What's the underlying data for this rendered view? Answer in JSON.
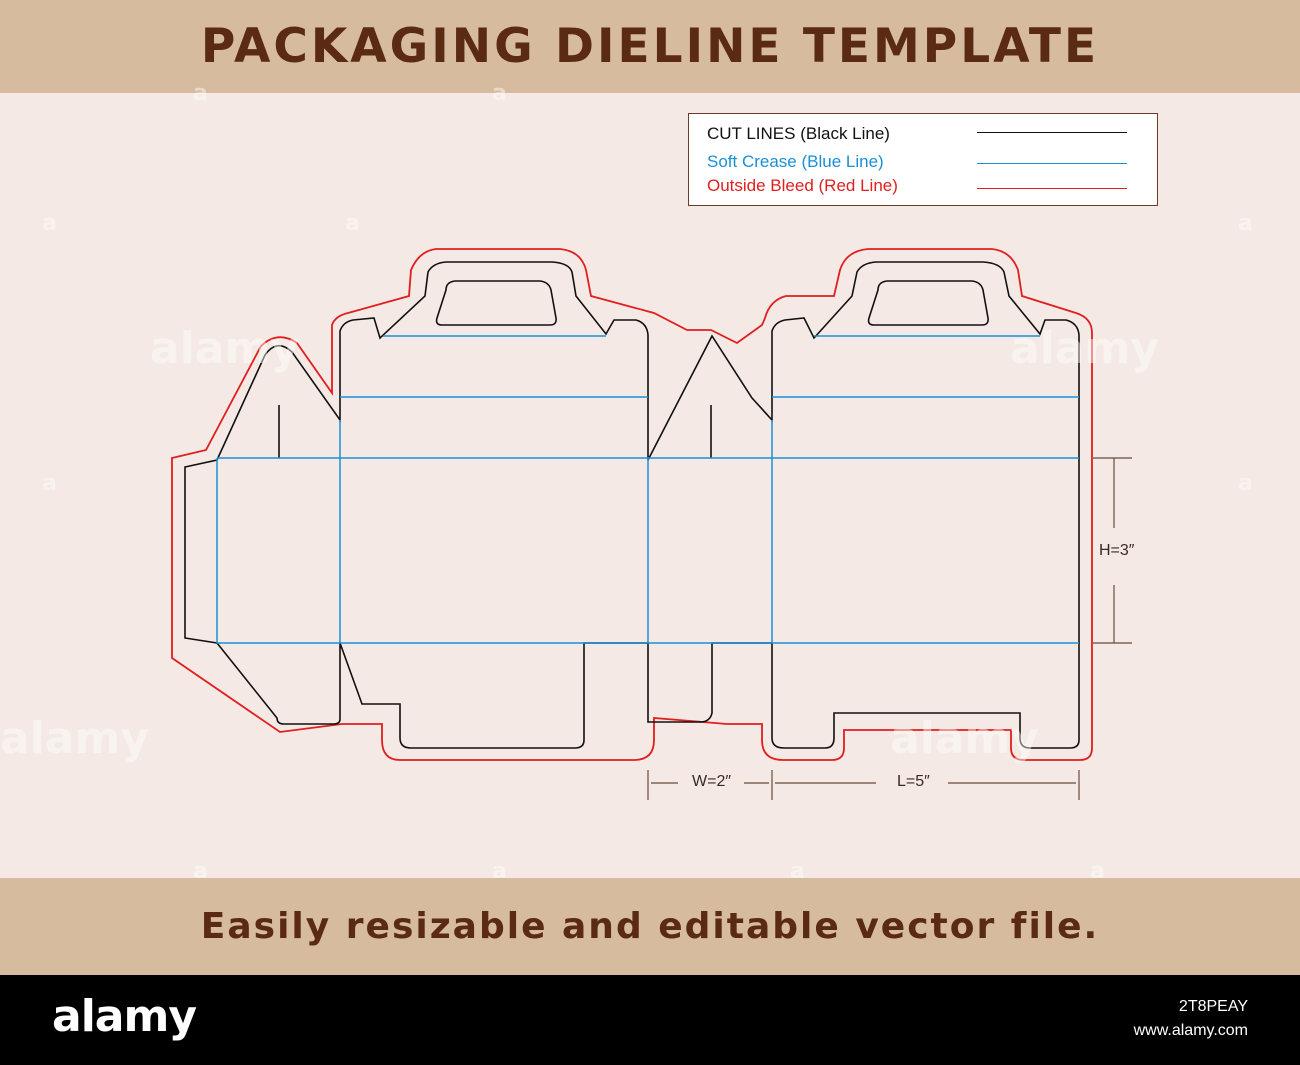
{
  "header": {
    "title": "PACKAGING DIELINE TEMPLATE"
  },
  "footer": {
    "text": "Easily resizable and editable vector file."
  },
  "legend": {
    "items": [
      {
        "label": "CUT LINES (Black Line)",
        "color": "#111111"
      },
      {
        "label": "Soft Crease (Blue Line)",
        "color": "#1a8fd6"
      },
      {
        "label": "Outside Bleed (Red Line)",
        "color": "#e01f1f"
      }
    ]
  },
  "dimensions": {
    "height_label": "H=3″",
    "width_label": "W=2″",
    "length_label": "L=5″"
  },
  "watermark": {
    "brand": "alamy",
    "letter": "a"
  },
  "stock_bar": {
    "logo": "alamy",
    "image_id": "2T8PEAY",
    "site": "www.alamy.com"
  }
}
